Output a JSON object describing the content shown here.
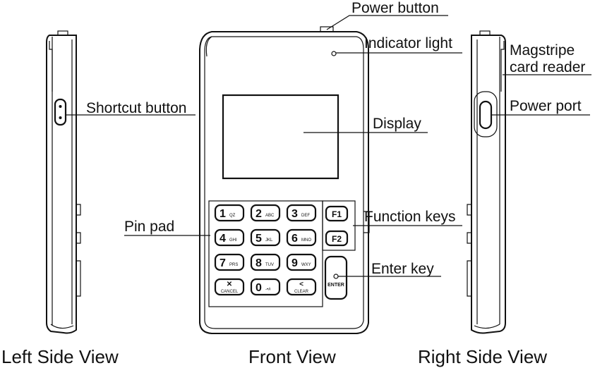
{
  "labels": {
    "power_button": "Power button",
    "indicator_light": "Indicator light",
    "magstripe_line1": "Magstripe",
    "magstripe_line2": "card reader",
    "shortcut_button": "Shortcut button",
    "power_port": "Power port",
    "display": "Display",
    "pin_pad": "Pin pad",
    "function_keys": "Function keys",
    "enter_key": "Enter key"
  },
  "views": {
    "left": "Left Side View",
    "front": "Front View",
    "right": "Right Side View"
  },
  "keypad": {
    "keys": [
      {
        "main": "1",
        "sub": "QZ"
      },
      {
        "main": "2",
        "sub": "ABC"
      },
      {
        "main": "3",
        "sub": "DEF"
      },
      {
        "main": "4",
        "sub": "GHI"
      },
      {
        "main": "5",
        "sub": "JKL"
      },
      {
        "main": "6",
        "sub": "MNO"
      },
      {
        "main": "7",
        "sub": "PRS"
      },
      {
        "main": "8",
        "sub": "TUV"
      },
      {
        "main": "9",
        "sub": "WXY"
      },
      {
        "main": "✕",
        "sub": "CANCEL"
      },
      {
        "main": "0",
        "sub": "-•#"
      },
      {
        "main": "<",
        "sub": "CLEAR"
      }
    ],
    "function_keys": [
      "F1",
      "F2"
    ],
    "enter_label": "ENTER"
  }
}
